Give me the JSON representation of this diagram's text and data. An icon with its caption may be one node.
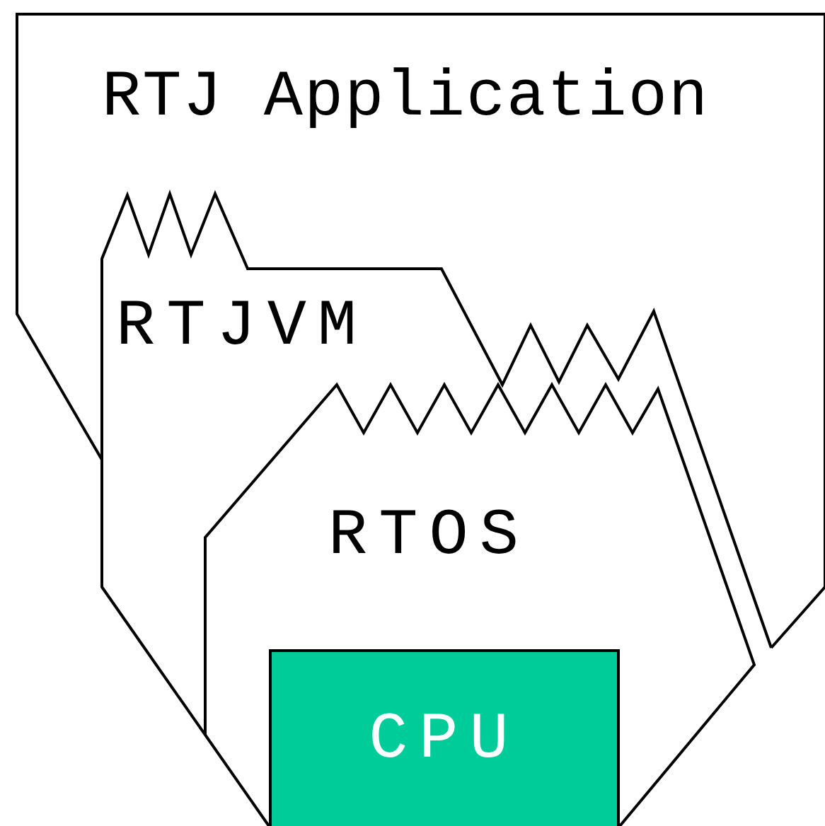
{
  "diagram": {
    "nodes": [
      {
        "text": [
          "RTJ Application"
        ]
      },
      {
        "text": [
          "RTJVM"
        ]
      },
      {
        "text": [
          "RTOS"
        ],
        "in": 1
      },
      {
        "text": [
          "CPU"
        ],
        "in": 2
      }
    ],
    "edges": []
  }
}
